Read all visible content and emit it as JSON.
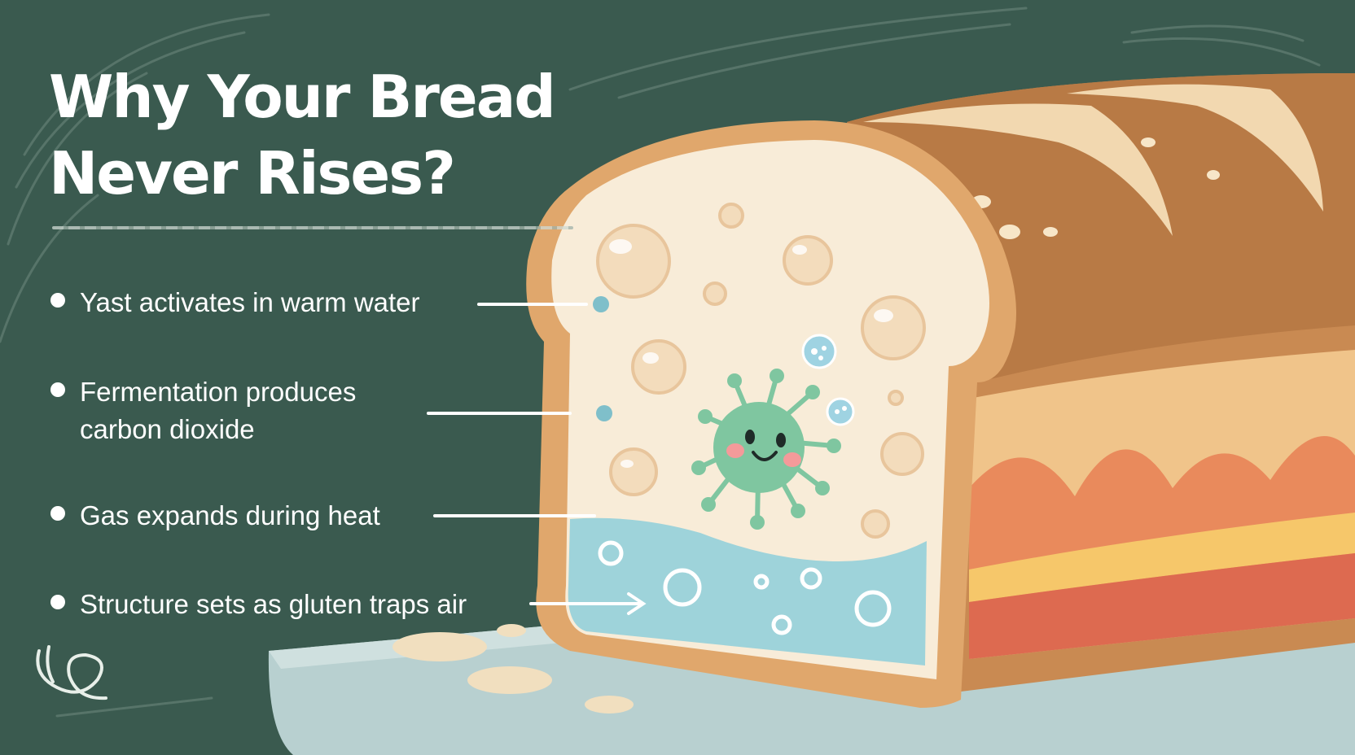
{
  "title": {
    "line1": "Why Your Bread",
    "line2": "Never Rises?"
  },
  "bullets": [
    {
      "text": "Yast activates in warm water"
    },
    {
      "line1": "Fermentation produces",
      "line2": "carbon dioxide"
    },
    {
      "text": "Gas expands during heat"
    },
    {
      "text": "Structure sets as gluten traps air"
    }
  ],
  "colors": {
    "background": "#3a5a4f",
    "crust": "#c98a52",
    "crumb": "#f8ecd8",
    "water": "#9ed3da",
    "yeast": "#7fc6a0",
    "text": "#ffffff"
  },
  "icons": [
    "yeast-character-icon",
    "bubble-icon",
    "arrow-icon"
  ]
}
